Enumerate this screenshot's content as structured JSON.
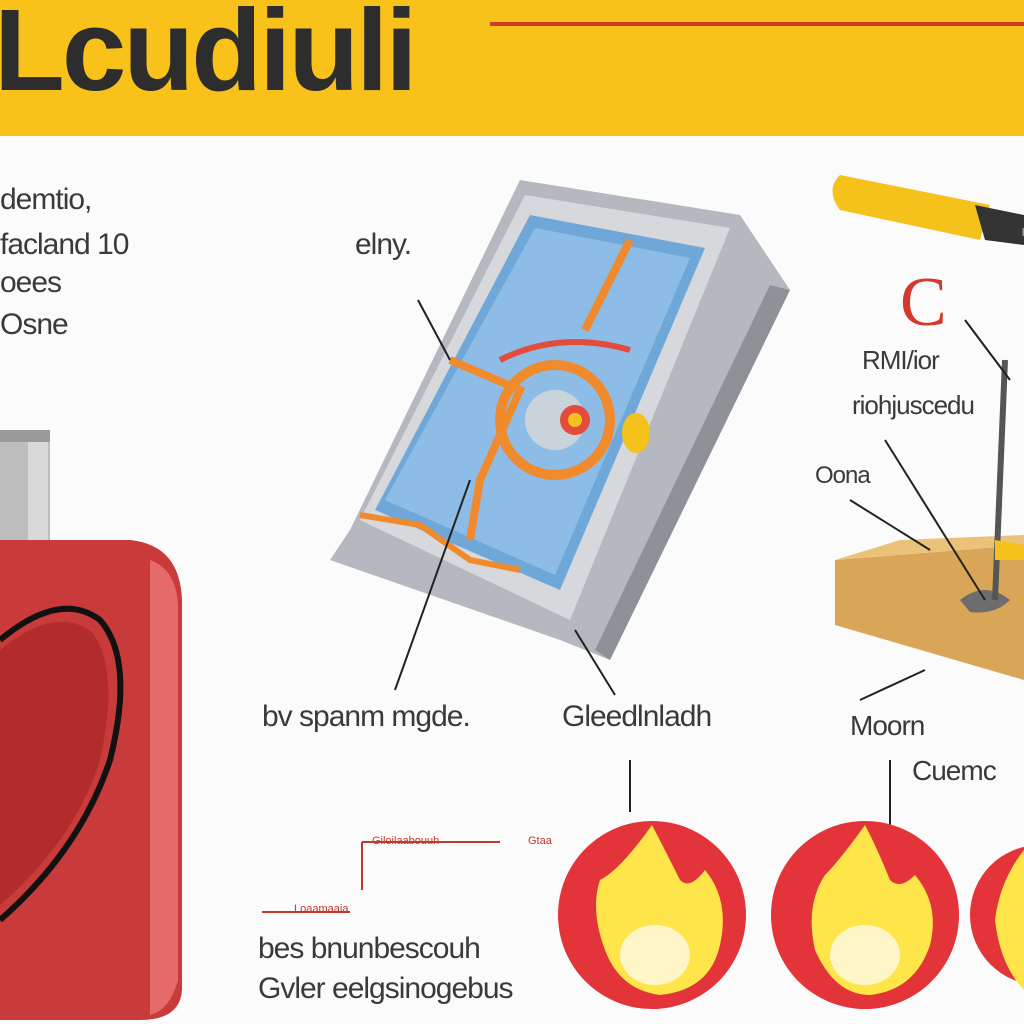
{
  "banner": {
    "title": "Lcudiuli"
  },
  "left_labels": [
    "demtio,",
    "facland 10",
    "oees",
    "Osne"
  ],
  "center_top_label": "elny.",
  "right_labels": {
    "c_letter": "C",
    "line1": "RMI/ior",
    "line2": "riohjuscedu",
    "onna": "Oona",
    "moorn": "Moorn",
    "cueme": "Cuemc"
  },
  "middle_labels": {
    "left": "bv spanm mgde.",
    "right": "Gleedlnladh"
  },
  "small_red_labels": [
    "Giloilaabouuh",
    "Gtaa",
    "Loaamaaia"
  ],
  "bottom_labels": [
    "bes bnunbescouh",
    "Gvler eelgsinogebus"
  ],
  "colors": {
    "banner": "#f9c21b",
    "accent_red": "#d43a2c",
    "device_blue": "#6fa8d8",
    "flame_yellow": "#fde54a"
  }
}
